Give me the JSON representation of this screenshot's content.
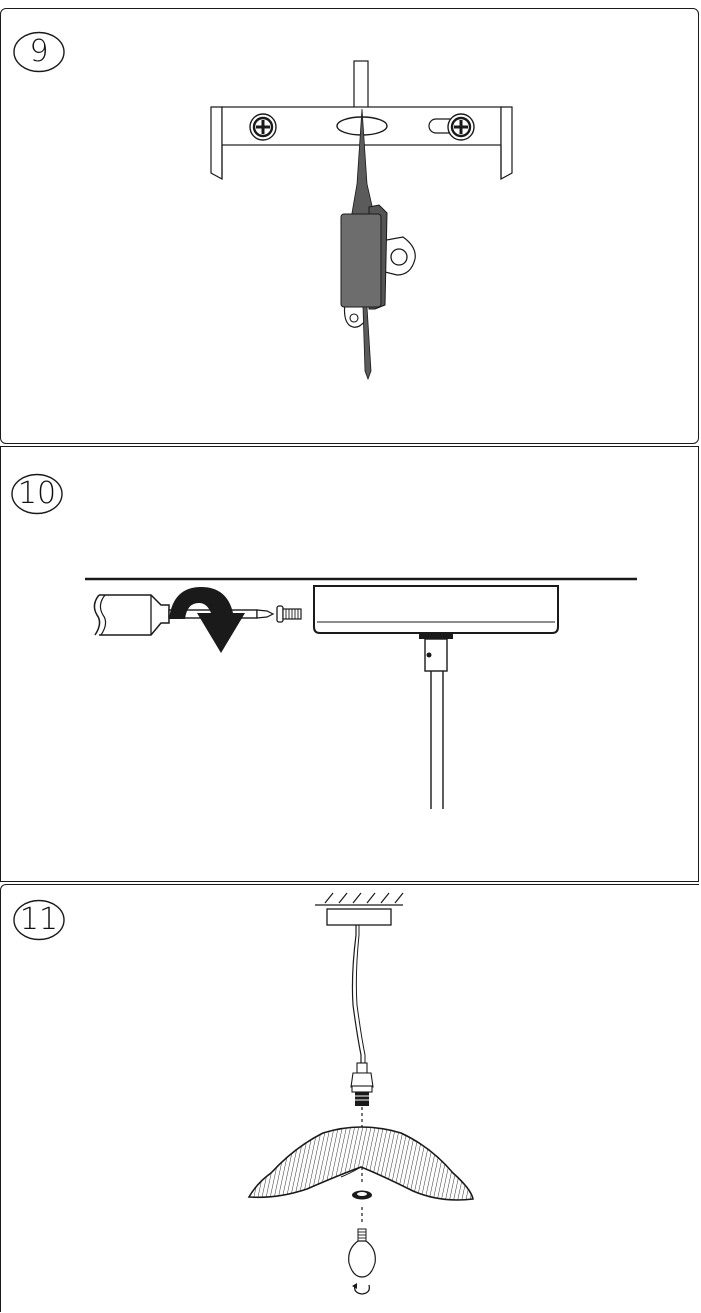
{
  "steps": [
    {
      "number": "9"
    },
    {
      "number": "10"
    },
    {
      "number": "11"
    }
  ],
  "colors": {
    "line": "#1a1a1a",
    "module": "#6d6d6d",
    "antenna": "#5b5b5b"
  }
}
